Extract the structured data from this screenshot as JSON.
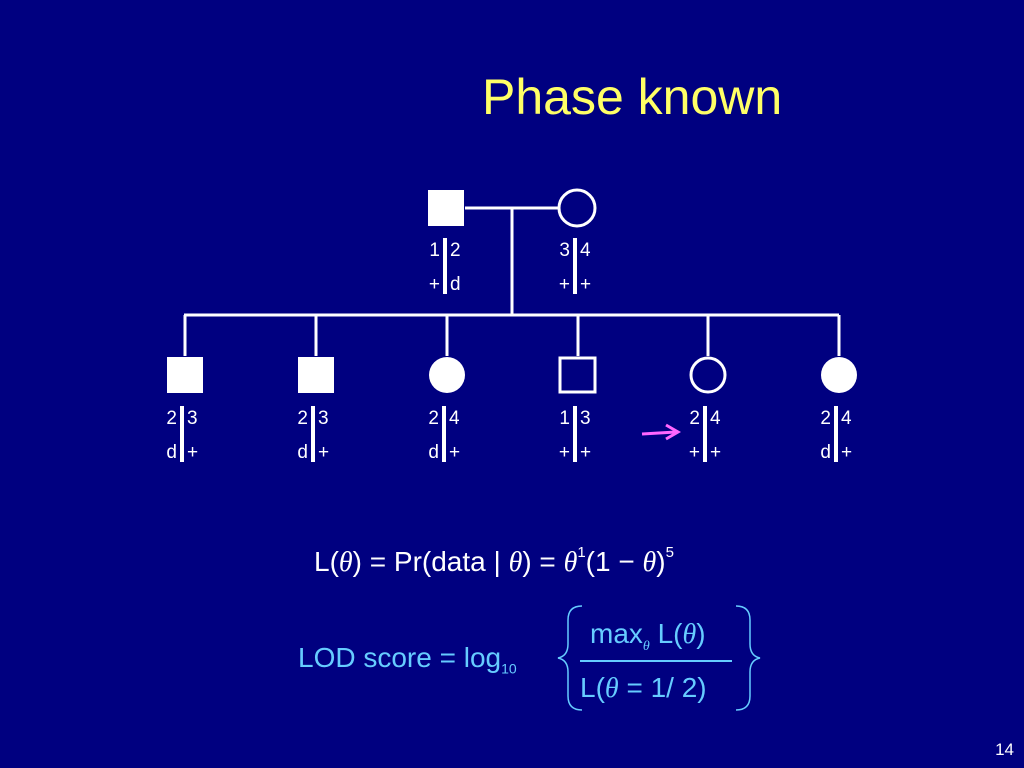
{
  "slide": {
    "title": "Phase known",
    "page_number": "14"
  },
  "genotypes": [
    {
      "id": "father",
      "top": [
        "1",
        "2"
      ],
      "bottom": [
        "+",
        "d"
      ]
    },
    {
      "id": "mother",
      "top": [
        "3",
        "4"
      ],
      "bottom": [
        "+",
        "+"
      ]
    },
    {
      "id": "child1",
      "top": [
        "2",
        "3"
      ],
      "bottom": [
        "d",
        "+"
      ]
    },
    {
      "id": "child2",
      "top": [
        "2",
        "3"
      ],
      "bottom": [
        "d",
        "+"
      ]
    },
    {
      "id": "child3",
      "top": [
        "2",
        "4"
      ],
      "bottom": [
        "d",
        "+"
      ]
    },
    {
      "id": "child4",
      "top": [
        "1",
        "3"
      ],
      "bottom": [
        "+",
        "+"
      ]
    },
    {
      "id": "child5",
      "top": [
        "2",
        "4"
      ],
      "bottom": [
        "+",
        "+"
      ]
    },
    {
      "id": "child6",
      "top": [
        "2",
        "4"
      ],
      "bottom": [
        "d",
        "+"
      ]
    }
  ],
  "equations": {
    "likelihood": {
      "L": "L(",
      "theta": "θ",
      "close_eq": ") = Pr(data | ",
      "close_eq2": ") = ",
      "exp1": "1",
      "paren": "(1 − ",
      "close": ")",
      "exp5": "5"
    },
    "lod": {
      "label": "LOD score = log",
      "base": "10",
      "numerator_max": "max",
      "numerator_rest": " L(",
      "numerator_close": ")",
      "denominator_start": "L(",
      "denominator_end": " = 1/ 2)"
    }
  },
  "colors": {
    "background": "#000080",
    "title": "#ffff66",
    "lod_text": "#66ccff",
    "arrow": "#ff66ff"
  }
}
